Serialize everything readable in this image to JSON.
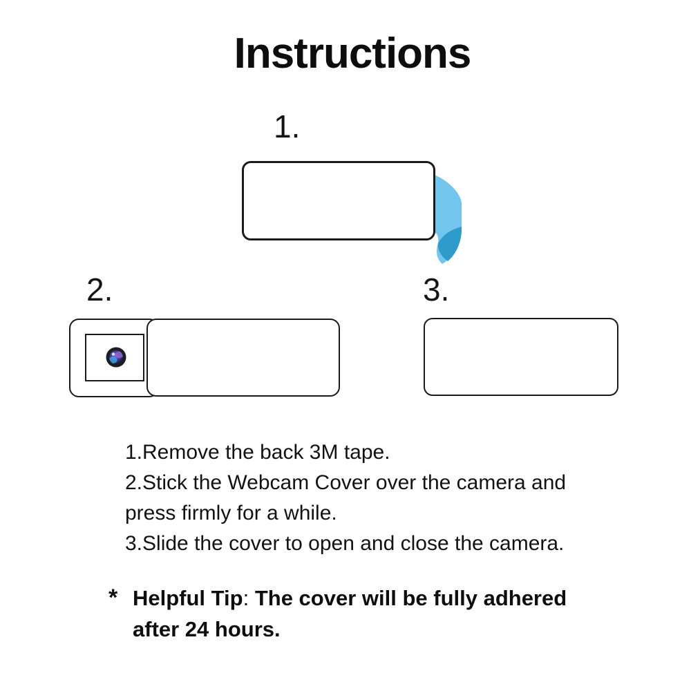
{
  "title": "Instructions",
  "steps": [
    "1.",
    "2.",
    "3."
  ],
  "instructions": [
    "1.Remove the back 3M tape.",
    "2.Stick the Webcam Cover over the camera and",
    "press firmly for a while.",
    "3.Slide the cover to open and close the camera."
  ],
  "tip": {
    "bullet": "*",
    "label": "Helpful Tip",
    "separator": ": ",
    "line1": "The cover will be fully adhered",
    "line2": "after 24 hours."
  },
  "icons": {
    "tape": "adhesive-tape-peel",
    "lens": "camera-lens"
  },
  "colors": {
    "background": "#ffffff",
    "text": "#111111",
    "outline": "#1a1a1a",
    "tape_light": "#72c5ec",
    "tape_dark": "#2e9bcd",
    "lens_ring": "#1d1d22",
    "lens_purple": "#8f63d2",
    "lens_blue": "#3fa4e6",
    "lens_glint": "#dfe6fb"
  }
}
